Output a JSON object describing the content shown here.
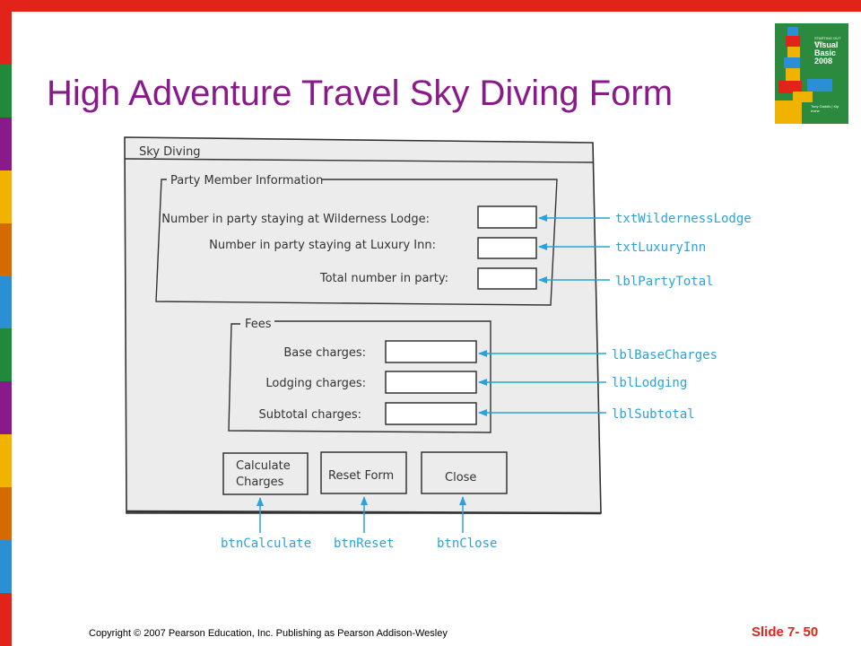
{
  "slide_title": "High Adventure Travel Sky Diving Form",
  "book": {
    "tagline": "STARTING OUT WITH",
    "title": "Visual Basic",
    "year": "2008",
    "authors": "Tony Gaddis | Kip Irvine"
  },
  "footer": {
    "copyright": "Copyright © 2007 Pearson Education, Inc. Publishing as Pearson Addison-Wesley",
    "slide_number": "Slide 7- 50"
  },
  "form": {
    "window_title": "Sky Diving",
    "party_group": {
      "legend": "Party Member Information",
      "wilderness_label": "Number in party staying at Wilderness Lodge:",
      "luxury_label": "Number in party staying at Luxury Inn:",
      "total_label": "Total number in party:"
    },
    "fees_group": {
      "legend": "Fees",
      "base_label": "Base charges:",
      "lodging_label": "Lodging charges:",
      "subtotal_label": "Subtotal charges:"
    },
    "buttons": {
      "calculate_line1": "Calculate",
      "calculate_line2": "Charges",
      "reset": "Reset Form",
      "close": "Close"
    }
  },
  "callouts": {
    "wilderness": "txtWildernessLodge",
    "luxury": "txtLuxuryInn",
    "party_total": "lblPartyTotal",
    "base": "lblBaseCharges",
    "lodging": "lblLodging",
    "subtotal": "lblSubtotal",
    "calculate": "btnCalculate",
    "reset": "btnReset",
    "close": "btnClose"
  },
  "colors": {
    "title": "#8a1a8a",
    "accent_red": "#e2231a",
    "callout_blue": "#29a3dc",
    "left_strip": [
      "#e2231a",
      "#1e8a3a",
      "#8a1a8a",
      "#f0b400",
      "#d46a00",
      "#2b8fd6",
      "#1e8a3a",
      "#8a1a8a",
      "#f0b400",
      "#d46a00",
      "#2b8fd6",
      "#e2231a"
    ]
  }
}
